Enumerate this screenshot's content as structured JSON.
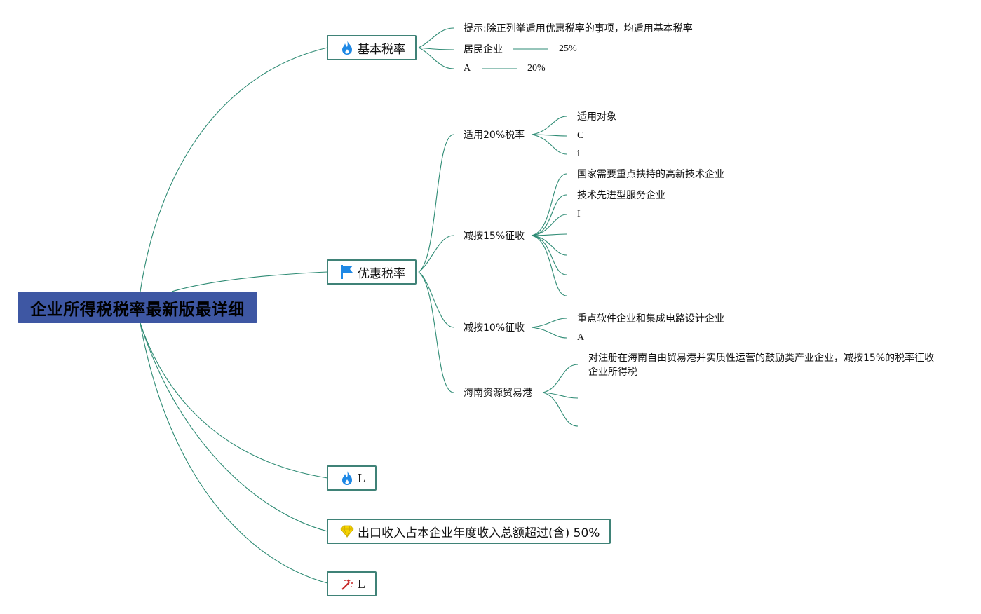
{
  "root": {
    "title": "企业所得税税率最新版最详细"
  },
  "branches": {
    "basic": {
      "label": "基本税率",
      "icon": "fire-icon"
    },
    "preferential": {
      "label": "优惠税率",
      "icon": "flag-icon"
    },
    "l1": {
      "label": "L",
      "icon": "fire-icon"
    },
    "export": {
      "label": "出口收入占本企业年度收入总额超过(含) 50%",
      "icon": "diamond-icon"
    },
    "l2": {
      "label": "L",
      "icon": "magic-wand-icon"
    }
  },
  "basic_children": {
    "hint": "提示:除正列举适用优惠税率的事项，均适用基本税率",
    "resident": {
      "label": "居民企业",
      "value": "25%"
    },
    "a": {
      "label": "A",
      "value": "20%"
    }
  },
  "preferential_children": {
    "rate20": {
      "label": "适用20%税率",
      "items": [
        "适用对象",
        "C",
        "i"
      ]
    },
    "rate15": {
      "label": "减按15%征收",
      "items": [
        "国家需要重点扶持的高新技术企业",
        "技术先进型服务企业",
        "I"
      ]
    },
    "rate10": {
      "label": "减按10%征收",
      "items": [
        "重点软件企业和集成电路设计企业",
        "A"
      ]
    },
    "hainan": {
      "label": "海南资源贸易港",
      "items": [
        "对注册在海南自由贸易港并实质性运营的鼓励类产业企业，减按15%的税率征收企业所得税"
      ]
    }
  },
  "colors": {
    "root_fill": "#3e57a3",
    "box_border": "#3f8277",
    "link": "#2e8b74",
    "fire": "#1e88e5",
    "flag": "#1e88e5",
    "diamond": "#f5d300",
    "wand": "#c62828"
  }
}
